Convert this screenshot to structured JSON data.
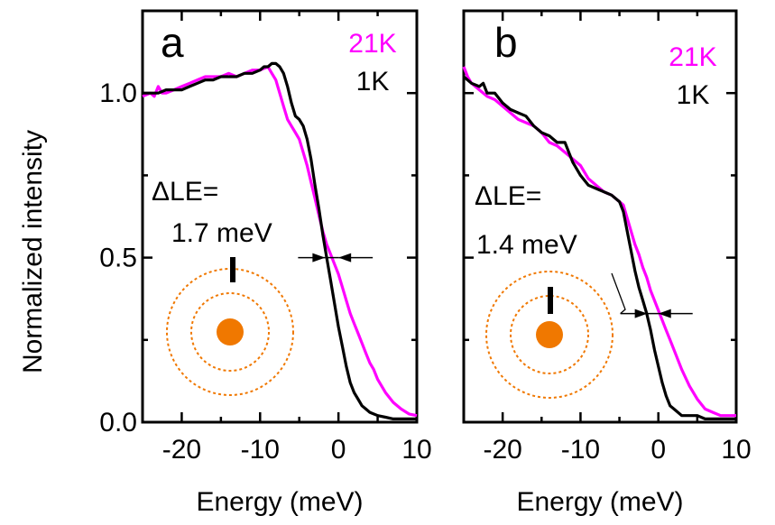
{
  "figure": {
    "ylabel": "Normalized intensity"
  },
  "colors": {
    "series_21K": "#ff00ff",
    "series_1K": "#000000",
    "dot": "#f07800",
    "ring": "#f07800",
    "axis": "#000000"
  },
  "chart_data": [
    {
      "type": "line",
      "panel_label": "a",
      "xlabel": "Energy (meV)",
      "ylabel": "Normalized intensity",
      "xlim": [
        -25,
        10
      ],
      "ylim": [
        0,
        1.25
      ],
      "xticks": [
        -20,
        -10,
        0,
        10
      ],
      "xtick_labels": [
        "-20",
        "-10",
        "0",
        "10"
      ],
      "yticks": [
        0.0,
        0.5,
        1.0
      ],
      "ytick_labels": [
        "0.0",
        "0.5",
        "1.0"
      ],
      "grid": false,
      "legend": [
        {
          "label": "21K",
          "color": "#ff00ff"
        },
        {
          "label": "1K",
          "color": "#000000"
        }
      ],
      "annotation": {
        "line1": "ΔLE=",
        "line2": "1.7 meV",
        "arrow_y": 0.5,
        "arrow_from": -1.7,
        "arrow_to": 0.0
      },
      "series": [
        {
          "name": "21K",
          "color": "#ff00ff",
          "x": [
            -25,
            -24,
            -23.5,
            -23,
            -22.5,
            -22,
            -21,
            -20,
            -19,
            -18,
            -17,
            -16,
            -15,
            -14,
            -13,
            -12,
            -11,
            -10,
            -9,
            -8.5,
            -8,
            -7.5,
            -7,
            -6.5,
            -6,
            -5.5,
            -5,
            -4.5,
            -4,
            -3.5,
            -3,
            -2.5,
            -2,
            -1.5,
            -1,
            -0.5,
            0,
            0.5,
            1,
            1.5,
            2,
            2.5,
            3,
            3.5,
            4,
            4.5,
            5,
            6,
            7,
            8,
            9,
            10
          ],
          "values": [
            0.99,
            1.0,
            0.99,
            1.02,
            1.0,
            1.0,
            1.01,
            1.02,
            1.03,
            1.04,
            1.05,
            1.05,
            1.05,
            1.06,
            1.05,
            1.06,
            1.07,
            1.07,
            1.08,
            1.06,
            1.04,
            1.0,
            0.96,
            0.92,
            0.9,
            0.88,
            0.86,
            0.82,
            0.78,
            0.73,
            0.68,
            0.63,
            0.58,
            0.54,
            0.51,
            0.48,
            0.45,
            0.41,
            0.37,
            0.33,
            0.3,
            0.27,
            0.24,
            0.21,
            0.18,
            0.16,
            0.13,
            0.09,
            0.06,
            0.04,
            0.025,
            0.02
          ]
        },
        {
          "name": "1K",
          "color": "#000000",
          "x": [
            -25,
            -24,
            -23,
            -22,
            -21,
            -20,
            -19,
            -18,
            -17,
            -16,
            -15,
            -14,
            -13,
            -12,
            -11,
            -10,
            -9.5,
            -9,
            -8.5,
            -8,
            -7.5,
            -7,
            -6.5,
            -6,
            -5.5,
            -5,
            -4.5,
            -4,
            -3.5,
            -3,
            -2.5,
            -2,
            -1.5,
            -1,
            -0.5,
            0,
            0.5,
            1,
            1.5,
            2,
            2.5,
            3,
            3.5,
            4,
            5,
            6,
            7,
            8,
            9,
            10
          ],
          "values": [
            1.0,
            1.0,
            1.0,
            1.01,
            1.01,
            1.01,
            1.02,
            1.03,
            1.04,
            1.04,
            1.05,
            1.05,
            1.05,
            1.06,
            1.06,
            1.07,
            1.08,
            1.08,
            1.09,
            1.09,
            1.08,
            1.06,
            1.02,
            0.97,
            0.93,
            0.92,
            0.9,
            0.86,
            0.8,
            0.72,
            0.65,
            0.57,
            0.5,
            0.43,
            0.36,
            0.29,
            0.23,
            0.17,
            0.12,
            0.09,
            0.07,
            0.05,
            0.04,
            0.03,
            0.02,
            0.015,
            0.01,
            0.01,
            0.01,
            0.01
          ]
        }
      ]
    },
    {
      "type": "line",
      "panel_label": "b",
      "xlabel": "Energy (meV)",
      "ylabel": "",
      "xlim": [
        -25,
        10
      ],
      "ylim": [
        0,
        1.25
      ],
      "xticks": [
        -20,
        -10,
        0,
        10
      ],
      "xtick_labels": [
        "-20",
        "-10",
        "0",
        "10"
      ],
      "yticks": [
        0.0,
        0.5,
        1.0
      ],
      "ytick_labels": [
        "",
        "",
        ""
      ],
      "grid": false,
      "legend": [
        {
          "label": "21K",
          "color": "#ff00ff"
        },
        {
          "label": "1K",
          "color": "#000000"
        }
      ],
      "annotation": {
        "line1": "ΔLE=",
        "line2": "1.4 meV",
        "arrow_y": 0.33,
        "arrow_from": -1.4,
        "arrow_to": 0.0
      },
      "series": [
        {
          "name": "21K",
          "color": "#ff00ff",
          "x": [
            -25,
            -24.5,
            -24,
            -23,
            -22,
            -21,
            -20,
            -19,
            -18,
            -17,
            -16,
            -15,
            -14,
            -13,
            -12,
            -11,
            -10,
            -9,
            -8,
            -7,
            -6,
            -5,
            -4.5,
            -4,
            -3.5,
            -3,
            -2.5,
            -2,
            -1.5,
            -1,
            -0.5,
            0,
            0.5,
            1,
            1.5,
            2,
            3,
            4,
            5,
            6,
            7,
            8,
            9,
            10
          ],
          "values": [
            1.08,
            1.05,
            1.03,
            1.01,
            0.99,
            0.98,
            0.96,
            0.94,
            0.92,
            0.91,
            0.9,
            0.88,
            0.85,
            0.84,
            0.82,
            0.8,
            0.78,
            0.74,
            0.72,
            0.7,
            0.69,
            0.67,
            0.66,
            0.62,
            0.58,
            0.54,
            0.51,
            0.47,
            0.44,
            0.4,
            0.37,
            0.34,
            0.31,
            0.28,
            0.25,
            0.22,
            0.16,
            0.11,
            0.07,
            0.04,
            0.03,
            0.02,
            0.02,
            0.02
          ]
        },
        {
          "name": "1K",
          "color": "#000000",
          "x": [
            -25,
            -24,
            -23,
            -22.5,
            -22,
            -21,
            -20,
            -19,
            -18,
            -17,
            -16,
            -15,
            -14,
            -13,
            -12,
            -11,
            -10,
            -9,
            -8,
            -7,
            -6,
            -5,
            -4.5,
            -4,
            -3.5,
            -3,
            -2.5,
            -2,
            -1.5,
            -1,
            -0.5,
            0,
            0.5,
            1,
            1.5,
            2,
            3,
            4,
            5,
            6,
            7,
            8,
            9,
            10
          ],
          "values": [
            1.05,
            1.03,
            1.02,
            1.03,
            1.0,
            1.0,
            0.97,
            0.95,
            0.94,
            0.93,
            0.9,
            0.88,
            0.87,
            0.85,
            0.85,
            0.79,
            0.75,
            0.72,
            0.71,
            0.7,
            0.69,
            0.67,
            0.64,
            0.58,
            0.52,
            0.46,
            0.41,
            0.37,
            0.33,
            0.28,
            0.22,
            0.17,
            0.12,
            0.08,
            0.05,
            0.04,
            0.02,
            0.02,
            0.02,
            0.01,
            0.01,
            0.01,
            0.01,
            0.01
          ]
        }
      ]
    }
  ]
}
